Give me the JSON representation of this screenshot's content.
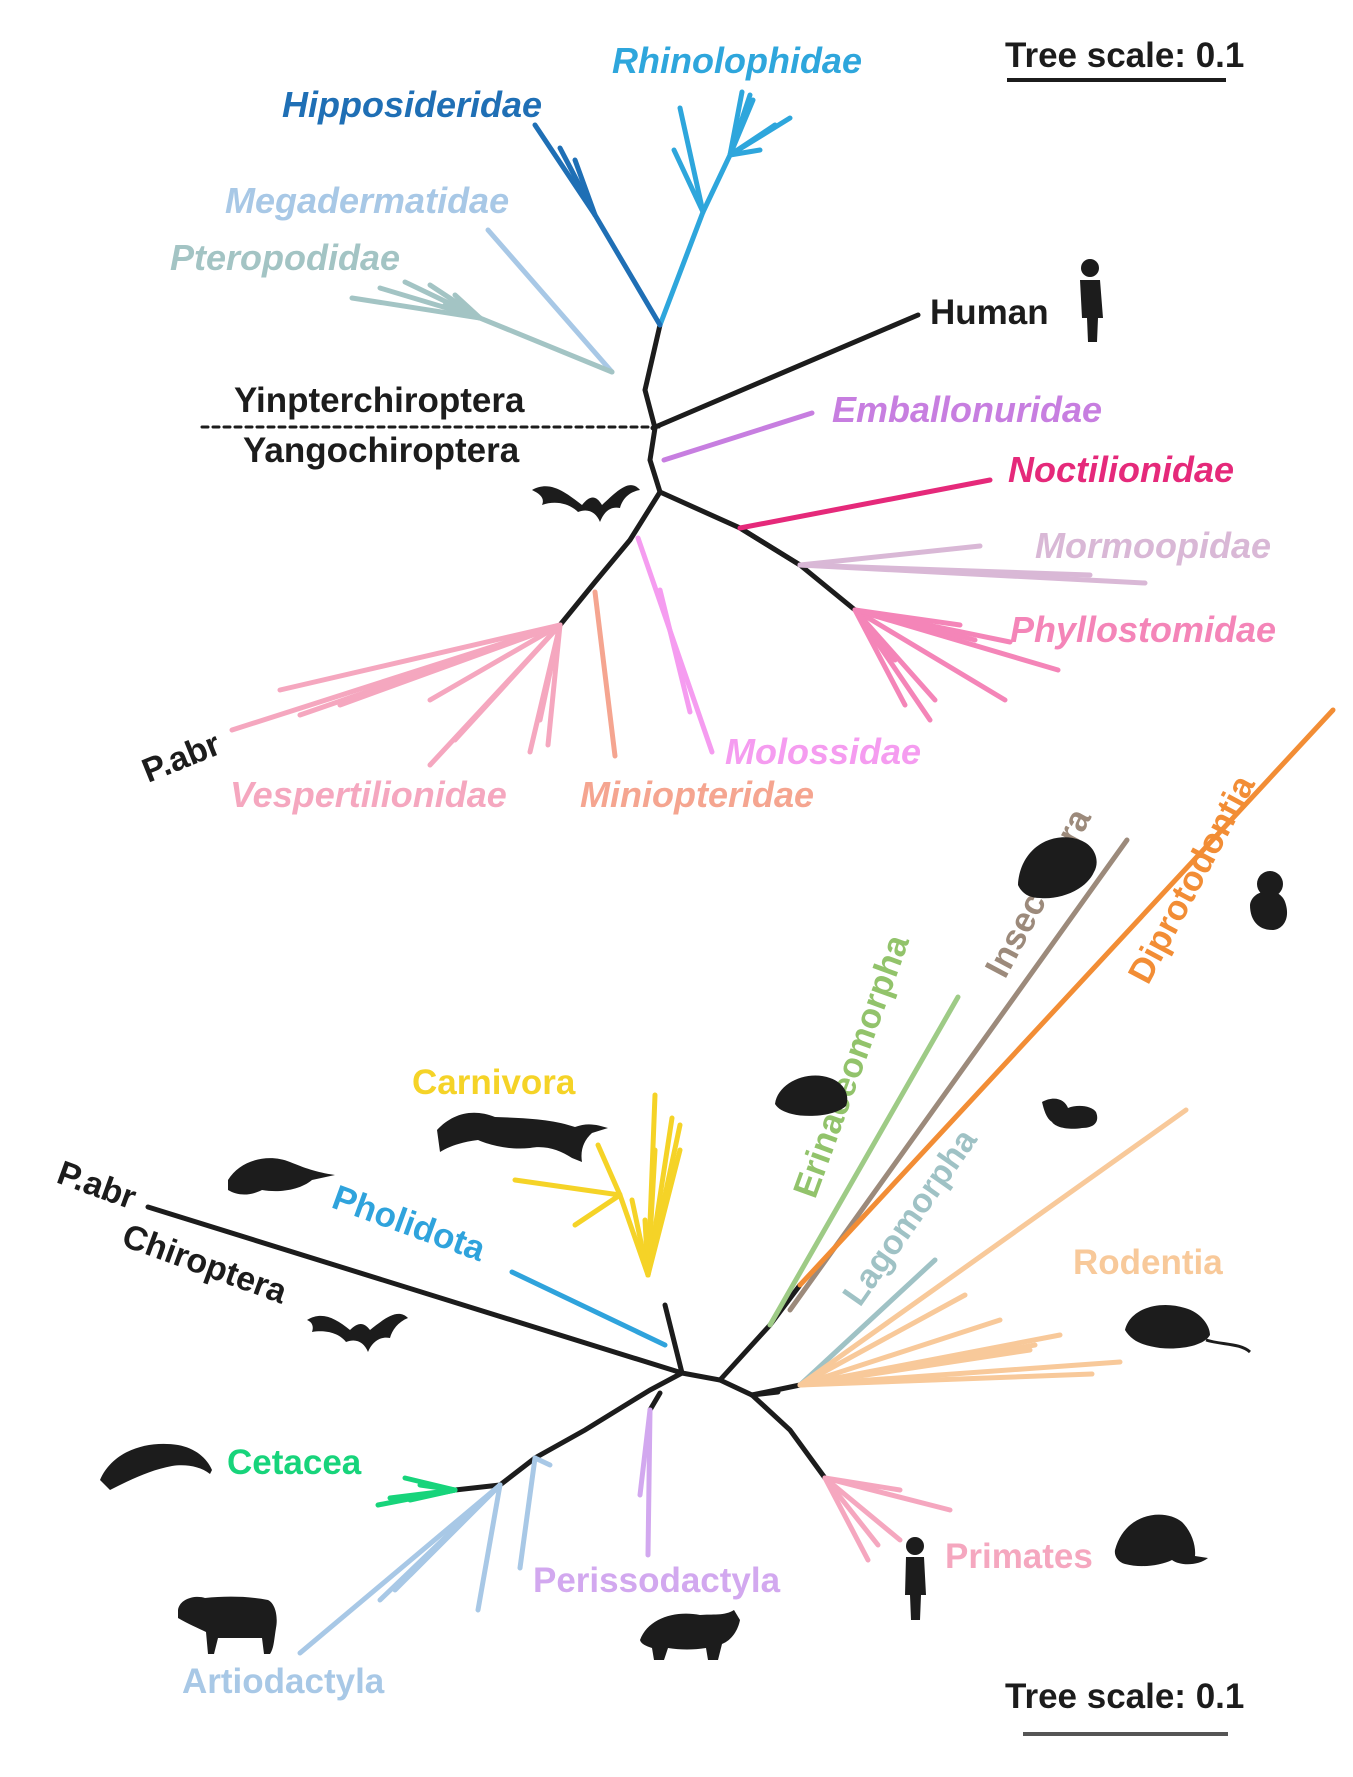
{
  "top_tree": {
    "scale_label": "Tree scale: 0.1",
    "divider_upper": "Yinpterchiroptera",
    "divider_lower": "Yangochiroptera",
    "clades": [
      {
        "name": "Rhinolophidae",
        "color": "#2ea6dc"
      },
      {
        "name": "Hipposideridae",
        "color": "#1f6fb5"
      },
      {
        "name": "Megadermatidae",
        "color": "#a8c8e6"
      },
      {
        "name": "Pteropodidae",
        "color": "#a3c4c4"
      },
      {
        "name": "Human",
        "color": "#1c1c1c"
      },
      {
        "name": "Emballonuridae",
        "color": "#c77ee0"
      },
      {
        "name": "Noctilionidae",
        "color": "#e5297a"
      },
      {
        "name": "Mormoopidae",
        "color": "#d9b8d6"
      },
      {
        "name": "Phyllostomidae",
        "color": "#f485b8"
      },
      {
        "name": "Molossidae",
        "color": "#f59cf0"
      },
      {
        "name": "Miniopteridae",
        "color": "#f5a590"
      },
      {
        "name": "Vespertilionidae",
        "color": "#f5a7bf"
      },
      {
        "name": "P.abr",
        "color": "#1c1c1c"
      }
    ],
    "icons": [
      "human-silhouette-icon",
      "bat-silhouette-icon"
    ]
  },
  "bottom_tree": {
    "scale_label": "Tree scale: 0.1",
    "clades": [
      {
        "name": "Diprotodontia",
        "color": "#f28d35"
      },
      {
        "name": "Insectivora",
        "color": "#9c8a7b"
      },
      {
        "name": "Erinaceomorpha",
        "color": "#92c36b"
      },
      {
        "name": "Carnivora",
        "color": "#f5d327"
      },
      {
        "name": "P.abr",
        "color": "#1c1c1c"
      },
      {
        "name": "Chiroptera",
        "color": "#1c1c1c"
      },
      {
        "name": "Pholidota",
        "color": "#2fa3dc"
      },
      {
        "name": "Lagomorpha",
        "color": "#9fc2c5"
      },
      {
        "name": "Rodentia",
        "color": "#f8c99a"
      },
      {
        "name": "Cetacea",
        "color": "#17d47b"
      },
      {
        "name": "Artiodactyla",
        "color": "#a8c8e6"
      },
      {
        "name": "Perissodactyla",
        "color": "#d2a8ef"
      },
      {
        "name": "Primates",
        "color": "#f5a7bf"
      }
    ],
    "icons": [
      "hedgehog-silhouette-icon",
      "koala-silhouette-icon",
      "echidna-silhouette-icon",
      "tiger-silhouette-icon",
      "otter-silhouette-icon",
      "bat-silhouette-icon",
      "rabbit-silhouette-icon",
      "mouse-silhouette-icon",
      "dolphin-silhouette-icon",
      "cow-silhouette-icon",
      "rhinoceros-silhouette-icon",
      "human-silhouette-icon",
      "gorilla-silhouette-icon"
    ]
  }
}
